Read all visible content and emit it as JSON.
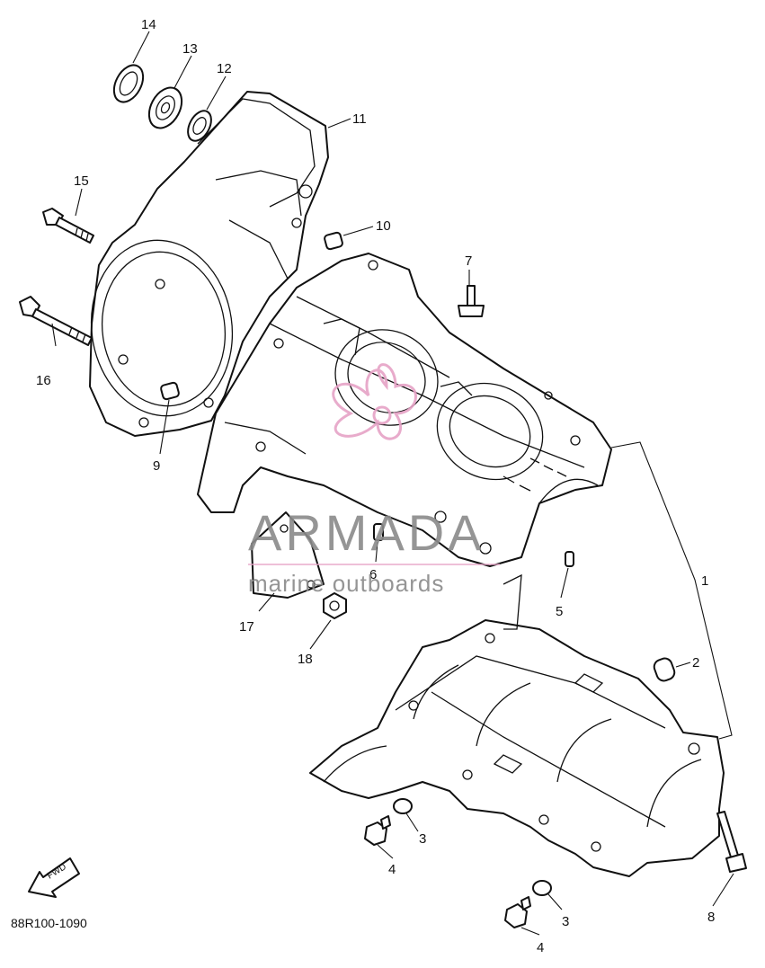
{
  "callouts": [
    {
      "id": "1",
      "text": "1"
    },
    {
      "id": "2",
      "text": "2"
    },
    {
      "id": "3a",
      "text": "3"
    },
    {
      "id": "3b",
      "text": "3"
    },
    {
      "id": "4a",
      "text": "4"
    },
    {
      "id": "4b",
      "text": "4"
    },
    {
      "id": "5",
      "text": "5"
    },
    {
      "id": "6",
      "text": "6"
    },
    {
      "id": "7",
      "text": "7"
    },
    {
      "id": "8",
      "text": "8"
    },
    {
      "id": "9",
      "text": "9"
    },
    {
      "id": "10",
      "text": "10"
    },
    {
      "id": "11",
      "text": "11"
    },
    {
      "id": "12",
      "text": "12"
    },
    {
      "id": "13",
      "text": "13"
    },
    {
      "id": "14",
      "text": "14"
    },
    {
      "id": "15",
      "text": "15"
    },
    {
      "id": "16",
      "text": "16"
    },
    {
      "id": "17",
      "text": "17"
    },
    {
      "id": "18",
      "text": "18"
    }
  ],
  "diagram_code": "88R100-1090",
  "fwd_label": "FWD",
  "watermark": {
    "brand": "ARMADA",
    "tagline": "marine outboards",
    "brand_color": "#8a8a8a",
    "logo_color": "#e6a3c6"
  },
  "colors": {
    "line": "#111111",
    "background": "#ffffff"
  }
}
